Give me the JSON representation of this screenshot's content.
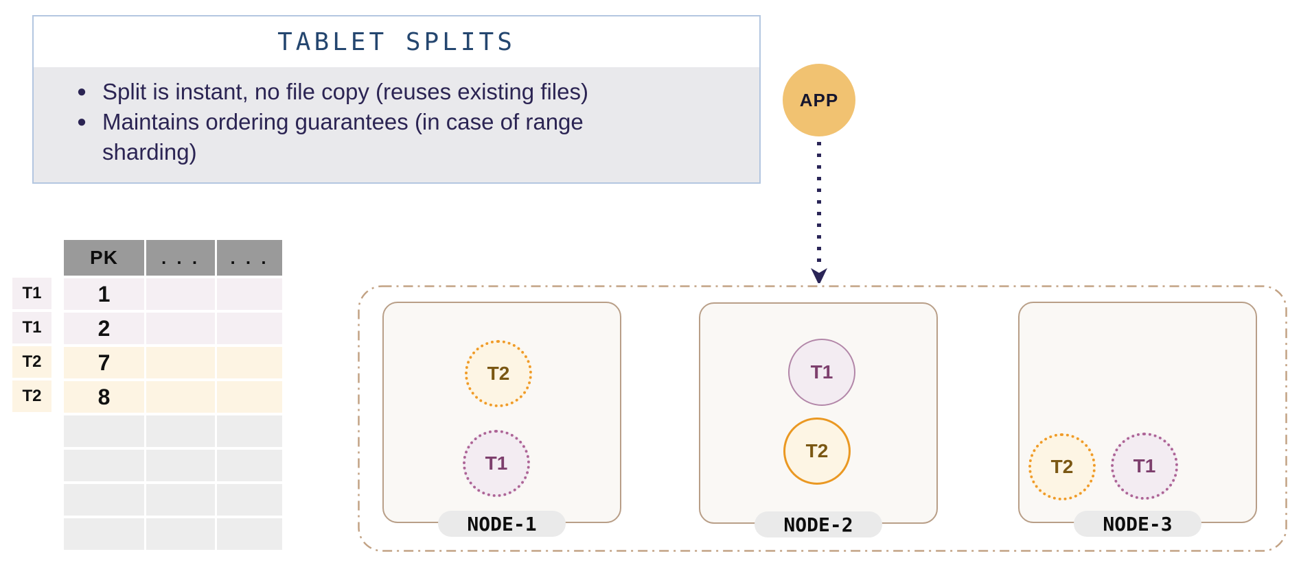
{
  "info_box": {
    "title": "TABLET SPLITS",
    "bullets": [
      {
        "marker": "●",
        "lines": [
          "Split is instant, no file copy (reuses existing files)"
        ]
      },
      {
        "marker": "●",
        "lines": [
          "Maintains ordering guarantees (in case of range",
          "sharding)"
        ]
      }
    ]
  },
  "app": {
    "label": "APP"
  },
  "table": {
    "headers": [
      "PK",
      ". . .",
      ". . ."
    ],
    "rows": [
      {
        "tablet": "T1",
        "pk": "1"
      },
      {
        "tablet": "T1",
        "pk": "2"
      },
      {
        "tablet": "T2",
        "pk": "7"
      },
      {
        "tablet": "T2",
        "pk": "8"
      }
    ],
    "empty_row_count": 4
  },
  "cluster": {
    "nodes": [
      {
        "label": "NODE-1",
        "tablets": [
          {
            "label": "T2",
            "style": "dotted",
            "color": "orange"
          },
          {
            "label": "T1",
            "style": "dotted",
            "color": "purple"
          }
        ]
      },
      {
        "label": "NODE-2",
        "tablets": [
          {
            "label": "T1",
            "style": "solid",
            "color": "purple"
          },
          {
            "label": "T2",
            "style": "solid",
            "color": "orange"
          }
        ]
      },
      {
        "label": "NODE-3",
        "tablets": [
          {
            "label": "T2",
            "style": "dotted",
            "color": "orange"
          },
          {
            "label": "T1",
            "style": "dotted",
            "color": "purple"
          }
        ]
      }
    ]
  },
  "colors": {
    "info_border": "#b3c6e0",
    "info_title": "#24466f",
    "info_body_bg": "#e9e9ec",
    "bullet_text": "#2b2453",
    "app_circle": "#f1c271",
    "arrow": "#2a2557",
    "table_header_bg": "#9a9a9a",
    "t1_row_bg": "#f5eff3",
    "t2_row_bg": "#fdf4e3",
    "empty_row_bg": "#ededed",
    "cluster_dash_border": "#c2a284",
    "node_fill": "#faf8f5",
    "node_border": "#b89e87",
    "pill_bg": "#eaeaea",
    "tablet_orange": "#ea9822",
    "tablet_purple": "#ad6496"
  }
}
